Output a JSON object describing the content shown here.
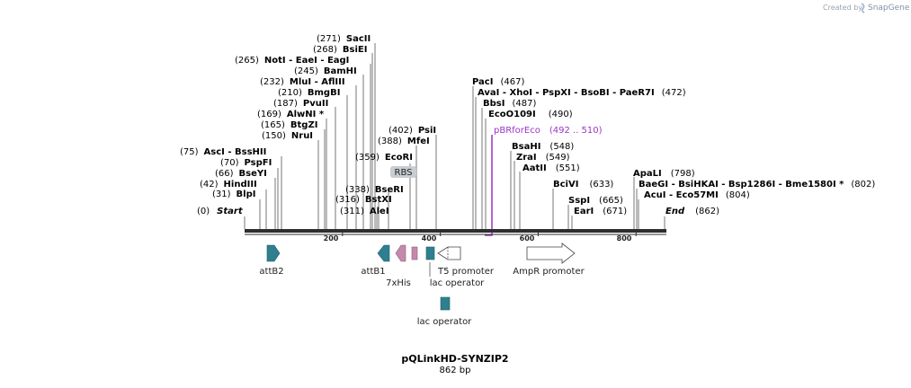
{
  "app": {
    "credit_prefix": "Created by",
    "credit_brand": "SnapGene"
  },
  "map": {
    "title": "pQLinkHD-SYNZIP2",
    "size_label": "862 bp",
    "total_bp": 862,
    "ticks": [
      "200",
      "400",
      "600",
      "800"
    ],
    "tick_values": [
      200,
      400,
      600,
      800
    ],
    "colors": {
      "backbone": "#2e2e2e",
      "feature_teal": "#2e7f8f",
      "feature_pink": "#c48aab",
      "primer": "#9a34c8",
      "rbs_fill": "#c8cdd2"
    }
  },
  "sites": [
    {
      "pos": "(0)",
      "name": "Start"
    },
    {
      "pos": "(31)",
      "name": "BlpI"
    },
    {
      "pos": "(42)",
      "name": "HindIII"
    },
    {
      "pos": "(66)",
      "name": "BseYI"
    },
    {
      "pos": "(70)",
      "name": "PspFI"
    },
    {
      "pos": "(75)",
      "name": "AscI",
      "extra": " - BssHII"
    },
    {
      "pos": "(150)",
      "name": "NruI"
    },
    {
      "pos": "(165)",
      "name": "BtgZI"
    },
    {
      "pos": "(169)",
      "name": "AlwNI *"
    },
    {
      "pos": "(187)",
      "name": "PvuII"
    },
    {
      "pos": "(210)",
      "name": "BmgBI"
    },
    {
      "pos": "(232)",
      "name": "MluI",
      "extra": " - AflIII"
    },
    {
      "pos": "(245)",
      "name": "BamHI"
    },
    {
      "pos": "(265)",
      "name": "NotI",
      "extra": " - EaeI - EagI"
    },
    {
      "pos": "(268)",
      "name": "BsiEI"
    },
    {
      "pos": "(271)",
      "name": "SacII"
    },
    {
      "pos": "(311)",
      "name": "AleI"
    },
    {
      "pos": "(316)",
      "name": "BstXI"
    },
    {
      "pos": "(338)",
      "name": "BseRI"
    },
    {
      "pos": "(359)",
      "name": "EcoRI"
    },
    {
      "pos": "(388)",
      "name": "MfeI"
    },
    {
      "pos": "(402)",
      "name": "PsiI"
    },
    {
      "name": "PacI",
      "pos": "(467)"
    },
    {
      "name": "AvaI",
      "extra": " - XhoI - PspXI - BsoBI - PaeR7I",
      "pos": "(472)"
    },
    {
      "name": "BbsI",
      "pos": "(487)"
    },
    {
      "name": "EcoO109I",
      "pos": "(490)"
    },
    {
      "name": "BsaHI",
      "pos": "(548)"
    },
    {
      "name": "ZraI",
      "pos": "(549)"
    },
    {
      "name": "AatII",
      "pos": "(551)"
    },
    {
      "name": "BciVI",
      "pos": "(633)"
    },
    {
      "name": "SspI",
      "pos": "(665)"
    },
    {
      "name": "EarI",
      "pos": "(671)"
    },
    {
      "name": "ApaLI",
      "pos": "(798)"
    },
    {
      "name": "BaeGI",
      "extra": " - BsiHKAI - Bsp1286I - Bme1580I *",
      "pos": "(802)"
    },
    {
      "name": "AcuI",
      "extra": " - Eco57MI",
      "pos": "(804)"
    },
    {
      "name": "End",
      "pos": "(862)"
    }
  ],
  "primer": {
    "name": "pBRforEco",
    "range": "(492 .. 510)"
  },
  "features": {
    "rbs": "RBS",
    "attB2": "attB2",
    "attB1": "attB1",
    "his": "7xHis",
    "t5": "T5 promoter",
    "lacop1": "lac operator",
    "ampr": "AmpR promoter",
    "lacop2": "lac operator"
  }
}
